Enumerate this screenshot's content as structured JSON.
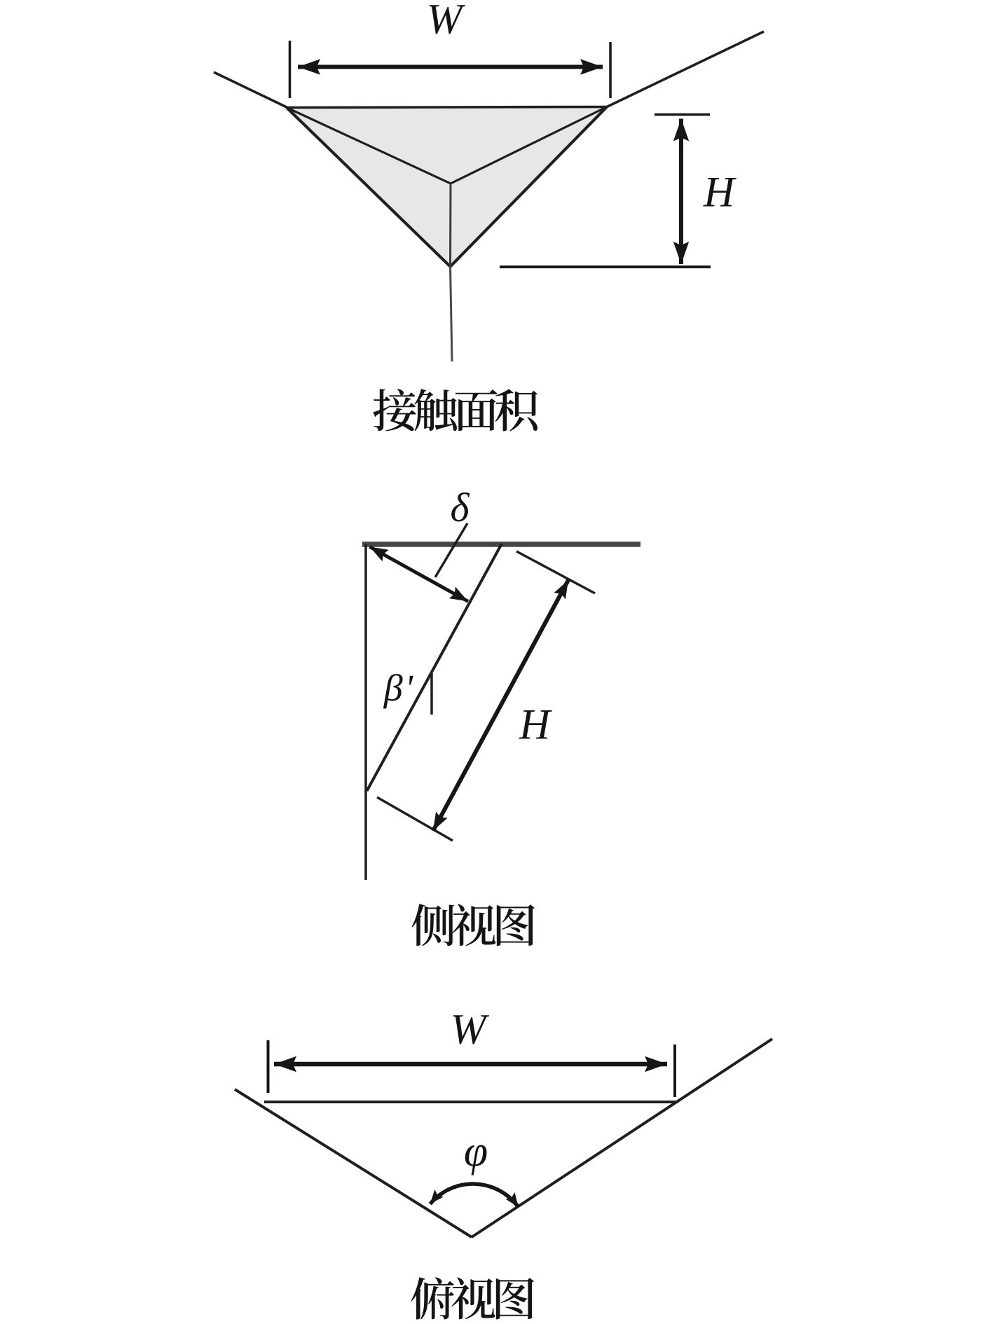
{
  "figure": {
    "type": "three-view indenter scratch geometry diagram",
    "background": "#ffffff",
    "ink_color": "#1f1f1f",
    "contact_fill_color": "#e7e7e7",
    "surface_line_color": "#464646",
    "views": {
      "contact": {
        "caption": "接触面积",
        "width_label": "W",
        "height_label": "H"
      },
      "side": {
        "caption": "侧视图",
        "offset_label": "δ",
        "angle_label": "β'",
        "height_label": "H"
      },
      "top": {
        "caption": "俯视图",
        "width_label": "W",
        "angle_label": "φ"
      }
    }
  }
}
